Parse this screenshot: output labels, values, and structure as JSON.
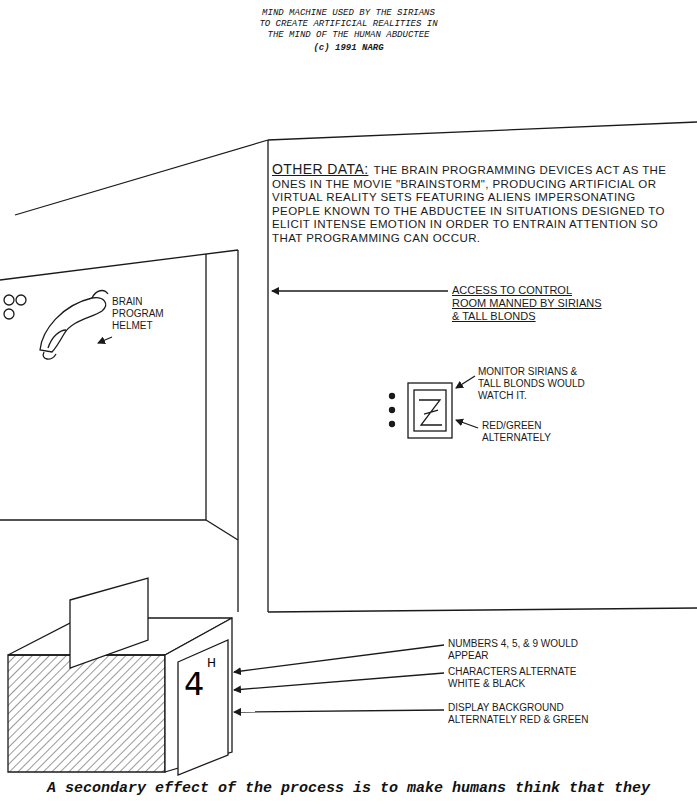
{
  "diagram": {
    "title": "MIND MACHINE USED BY THE SIRIANS TO CREATE ARTIFICIAL REALITIES IN THE MIND OF THE HUMAN ABDUCTEE",
    "caption": "A secondary effect of the process is to make humans think that they",
    "labels": [
      "(c) 1991 NARG",
      "OTHER DATA:",
      "THE BRAIN PROGRAMMING DEVICES ACT AS THE ONES IN THE MOVIE \"BRAINSTORM\", PRODUCING ARTIFICIAL OR VIRTUAL REALITY SETS FEATURING ALIENS IMPERSONATING PEOPLE KNOWN TO THE ABDUCTEE IN SITUATIONS DESIGNED TO ELICIT INTENSE EMOTION IN ORDER TO ENTRAIN ATTENTION SO THAT PROGRAMMING CAN OCCUR.",
      "ACCESS TO CONTROL ROOM MANNED BY SIRIANS & TALL BLONDS",
      "BRAIN PROGRAM HELMET",
      "MONITOR SIRIANS & TALL BLONDS WOULD WATCH IT.",
      "RED/GREEN ALTERNATELY",
      "NUMBERS 4, 5, & 9 WOULD APPEAR",
      "CHARACTERS ALTERNATE WHITE & BLACK",
      "DISPLAY BACKGROUND ALTERNATELY RED & GREEN",
      "4",
      "H"
    ]
  }
}
